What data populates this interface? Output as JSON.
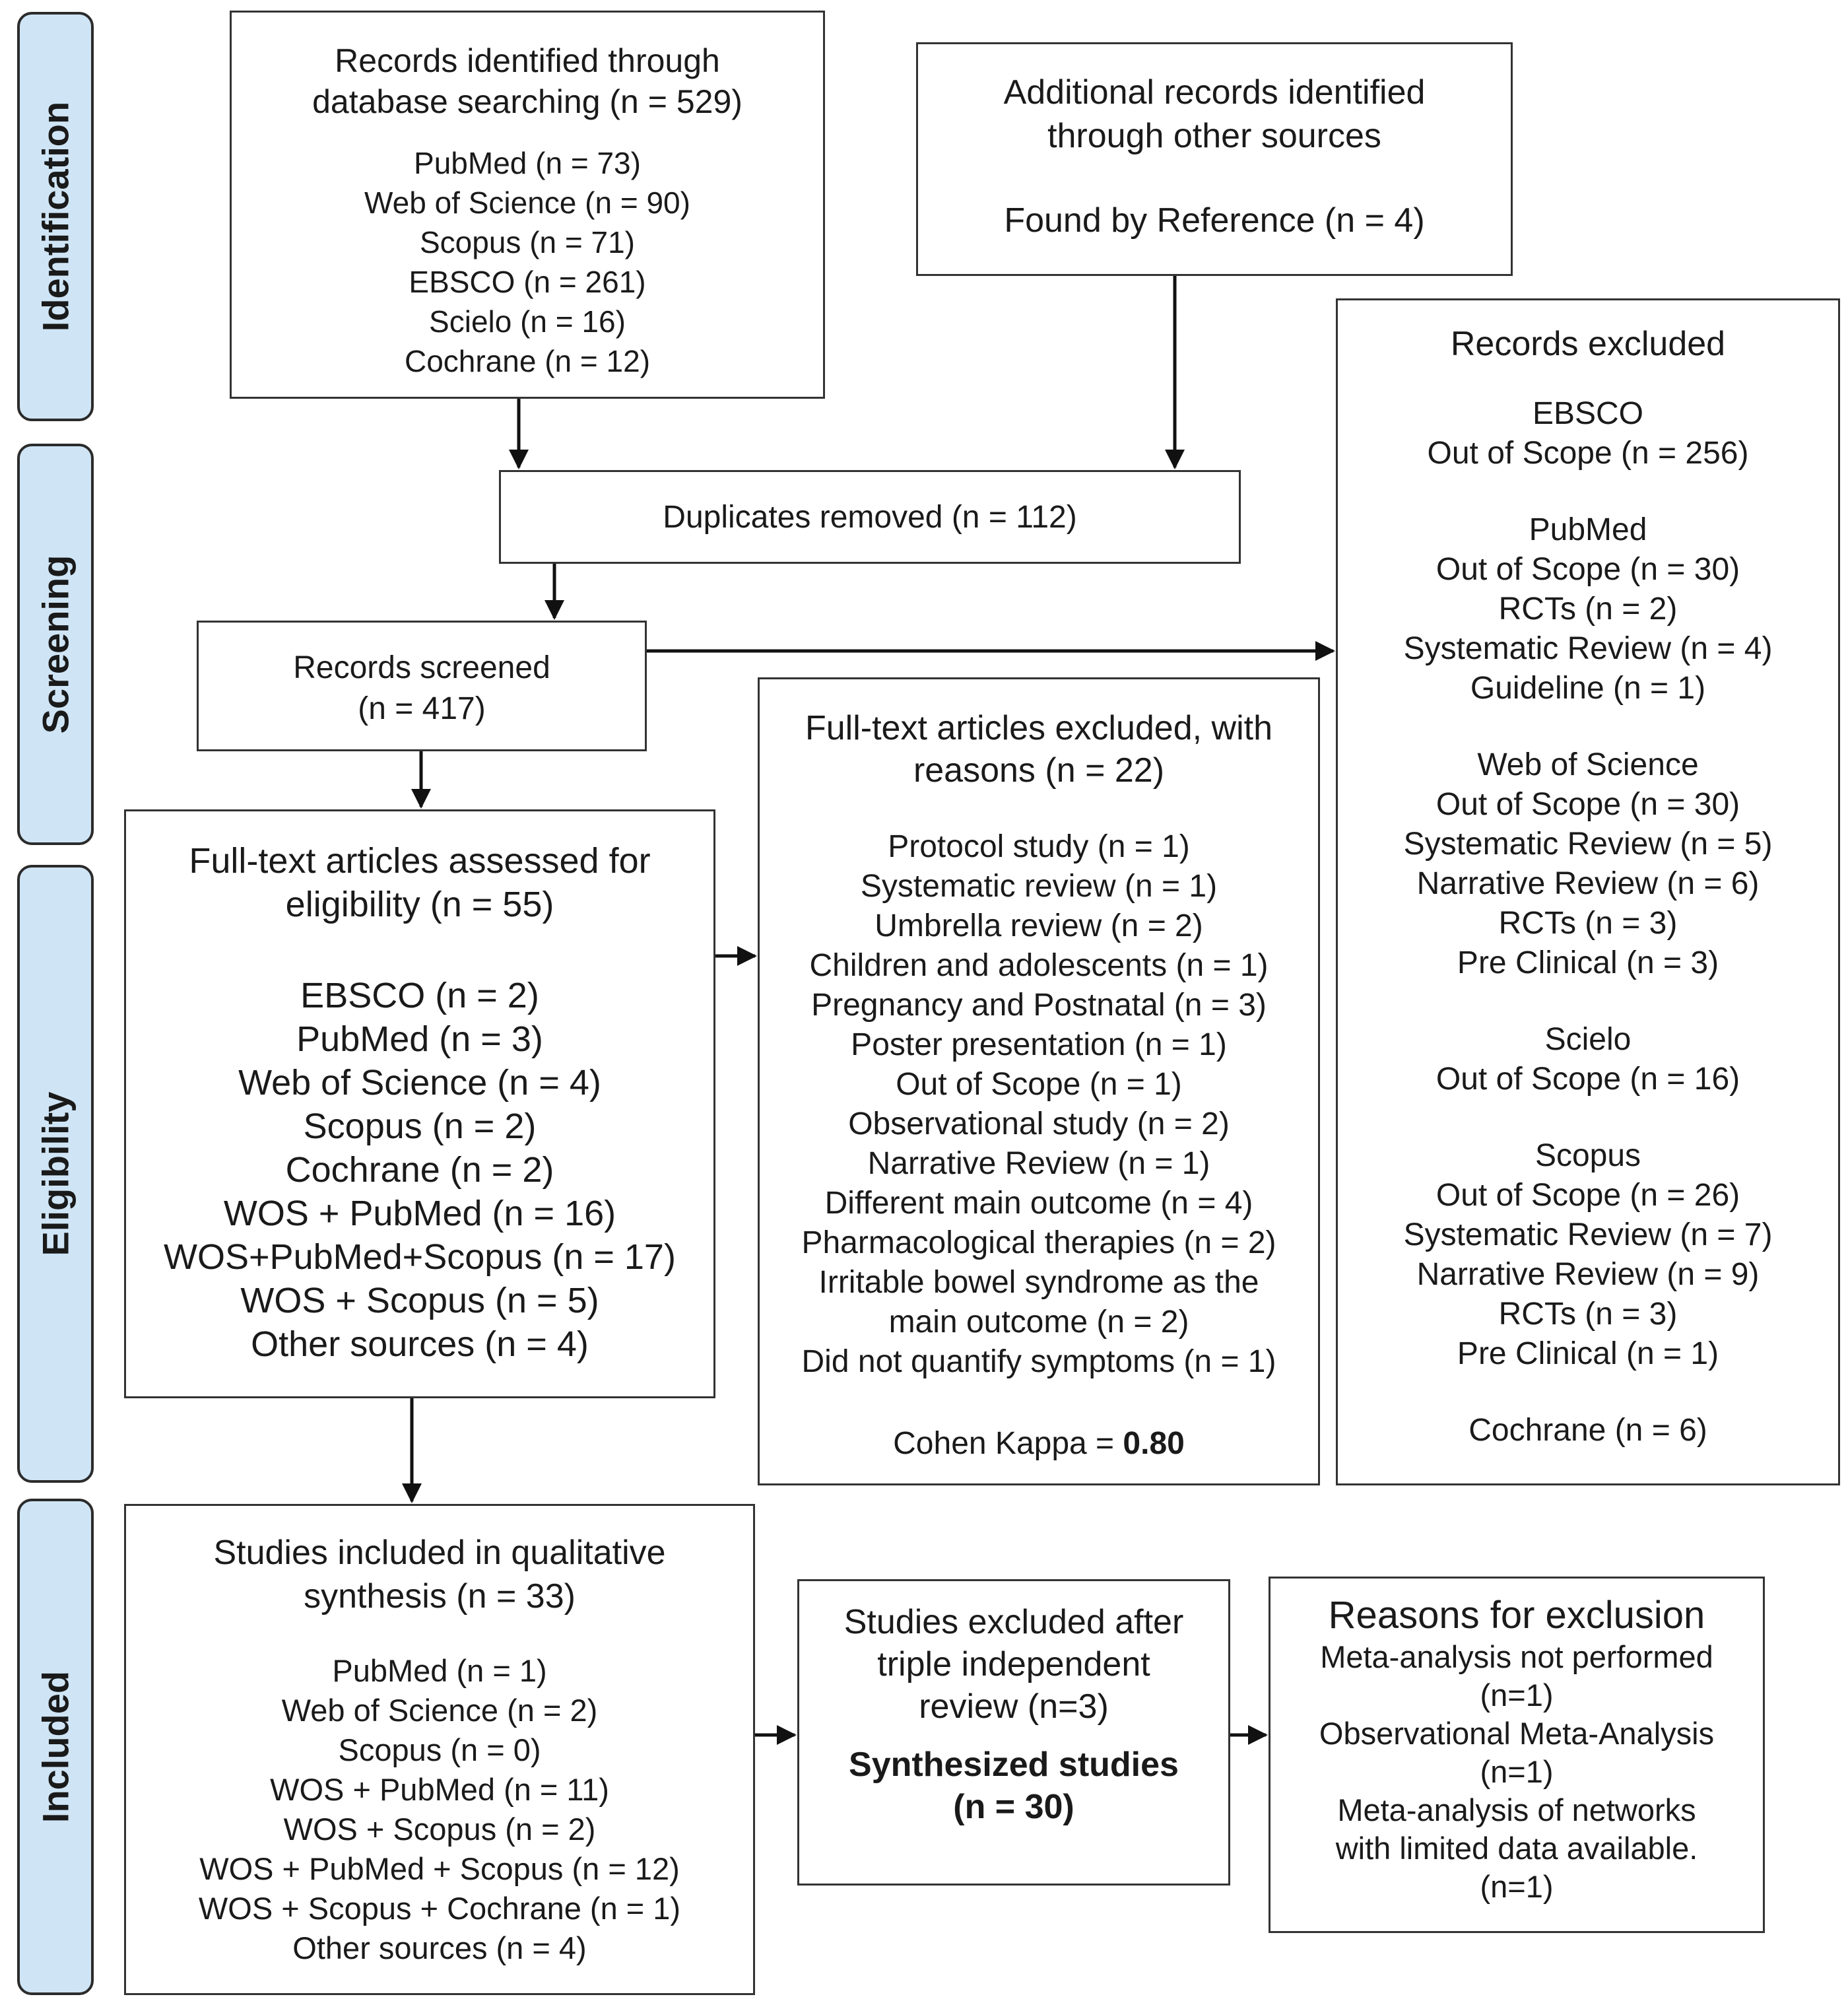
{
  "phases": {
    "identification": "Identification",
    "screening": "Screening",
    "eligibility": "Eligibility",
    "included": "Included"
  },
  "boxes": {
    "db_search": {
      "title": [
        "Records identified through",
        "database searching (n = 529)"
      ],
      "items": [
        "PubMed (n = 73)",
        "Web of Science (n = 90)",
        "Scopus (n = 71)",
        "EBSCO (n = 261)",
        "Scielo (n = 16)",
        "Cochrane (n = 12)"
      ]
    },
    "other_sources": {
      "title": [
        "Additional records identified",
        "through other sources"
      ],
      "detail": "Found by Reference (n = 4)"
    },
    "duplicates": {
      "text": "Duplicates removed (n = 112)"
    },
    "screened": {
      "lines": [
        "Records screened",
        "(n = 417)"
      ]
    },
    "records_excluded": {
      "title": "Records excluded",
      "groups": [
        {
          "name": "EBSCO",
          "items": [
            "Out of Scope (n = 256)"
          ]
        },
        {
          "name": "PubMed",
          "items": [
            "Out of Scope (n = 30)",
            "RCTs (n = 2)",
            "Systematic Review (n = 4)",
            "Guideline (n = 1)"
          ]
        },
        {
          "name": "Web of Science",
          "items": [
            "Out of Scope (n = 30)",
            "Systematic Review (n = 5)",
            "Narrative Review (n = 6)",
            "RCTs (n = 3)",
            "Pre Clinical (n = 3)"
          ]
        },
        {
          "name": "Scielo",
          "items": [
            "Out of Scope (n = 16)"
          ]
        },
        {
          "name": "Scopus",
          "items": [
            "Out of Scope (n = 26)",
            "Systematic Review (n = 7)",
            "Narrative Review (n = 9)",
            "RCTs (n = 3)",
            "Pre Clinical (n = 1)"
          ]
        },
        {
          "name": "Cochrane (n = 6)",
          "items": []
        }
      ]
    },
    "fulltext_excluded": {
      "title": [
        "Full-text articles excluded, with",
        "reasons (n = 22)"
      ],
      "items": [
        "Protocol study (n = 1)",
        "Systematic review (n = 1)",
        "Umbrella review (n = 2)",
        "Children and adolescents (n = 1)",
        "Pregnancy and Postnatal (n = 3)",
        "Poster presentation (n = 1)",
        "Out of Scope (n = 1)",
        "Observational study (n = 2)",
        "Narrative Review (n = 1)",
        "Different main outcome (n = 4)",
        "Pharmacological therapies (n = 2)",
        "Irritable bowel syndrome as the",
        "main outcome (n = 2)",
        "Did not quantify symptoms (n = 1)"
      ],
      "kappa_label": "Cohen Kappa = ",
      "kappa_value": "0.80"
    },
    "eligibility": {
      "title": [
        "Full-text articles assessed for",
        "eligibility (n = 55)"
      ],
      "items": [
        "EBSCO (n = 2)",
        "PubMed (n = 3)",
        "Web of Science (n = 4)",
        "Scopus (n = 2)",
        "Cochrane (n = 2)",
        "WOS + PubMed (n = 16)",
        "WOS+PubMed+Scopus (n = 17)",
        "WOS + Scopus (n = 5)",
        "Other sources (n = 4)"
      ]
    },
    "included": {
      "title": [
        "Studies included in qualitative",
        "synthesis (n = 33)"
      ],
      "items": [
        "PubMed (n = 1)",
        "Web of Science (n = 2)",
        "Scopus (n = 0)",
        "WOS + PubMed (n = 11)",
        "WOS + Scopus (n = 2)",
        "WOS + PubMed + Scopus (n = 12)",
        "WOS + Scopus + Cochrane (n = 1)",
        "Other sources (n = 4)"
      ]
    },
    "excluded_after_review": {
      "title": [
        "Studies excluded after",
        "triple independent",
        "review (n=3)"
      ],
      "synth": [
        "Synthesized studies",
        "(n = 30)"
      ]
    },
    "reasons": {
      "title": "Reasons for exclusion",
      "items": [
        "Meta-analysis not performed",
        "(n=1)",
        "Observational Meta-Analysis",
        "(n=1)",
        "Meta-analysis of networks",
        "with limited data available.",
        "(n=1)"
      ]
    }
  }
}
